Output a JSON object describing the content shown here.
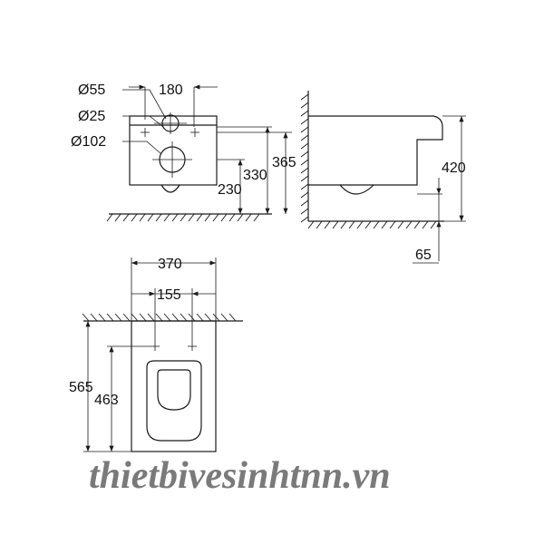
{
  "dimensions": {
    "d55": "Ø55",
    "d25": "Ø25",
    "d102": "Ø102",
    "w180": "180",
    "h365": "365",
    "h330": "330",
    "h230": "230",
    "h420": "420",
    "h65": "65",
    "w370": "370",
    "w155": "155",
    "l565": "565",
    "l463": "463"
  },
  "watermark": "thietbivesinhtnn.vn",
  "colors": {
    "ink": "#1a1a1a",
    "watermark": "#7a7a7a"
  }
}
